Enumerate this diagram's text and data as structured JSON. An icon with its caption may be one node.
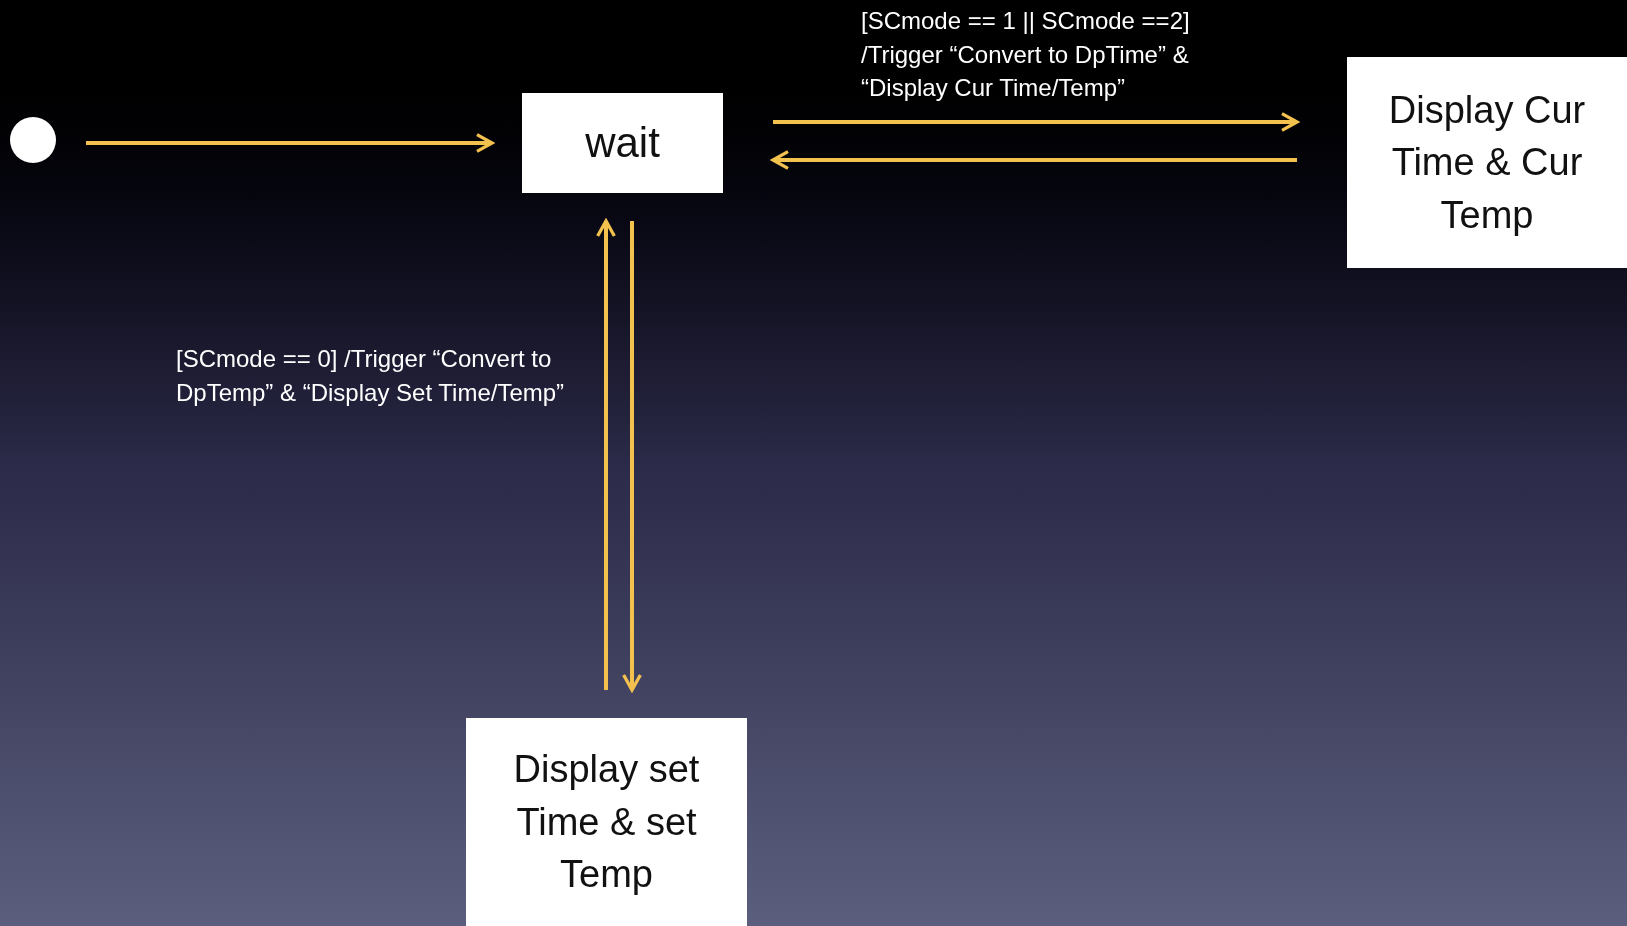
{
  "diagram": {
    "nodes": [
      {
        "text": [],
        "shape": "circle"
      },
      {
        "text": [
          "wait"
        ]
      },
      {
        "text": [
          "Display Cur Time & Cur Temp"
        ]
      },
      {
        "text": [
          "Display set Time & set Temp"
        ]
      }
    ],
    "edges": [
      {
        "from": 0,
        "to": 1,
        "arrow": "to"
      },
      {
        "from": 1,
        "to": 2,
        "arrow": "to",
        "label": "[SCmode == 1 || SCmode ==2] /Trigger “Convert to DpTime” & “Display Cur Time/Temp”"
      },
      {
        "from": 2,
        "to": 1,
        "arrow": "to"
      },
      {
        "from": 3,
        "to": 1,
        "arrow": "to",
        "label": "[SCmode == 0] /Trigger “Convert to DpTemp” & “Display Set Time/Temp”"
      },
      {
        "from": 1,
        "to": 3,
        "arrow": "to"
      }
    ]
  }
}
